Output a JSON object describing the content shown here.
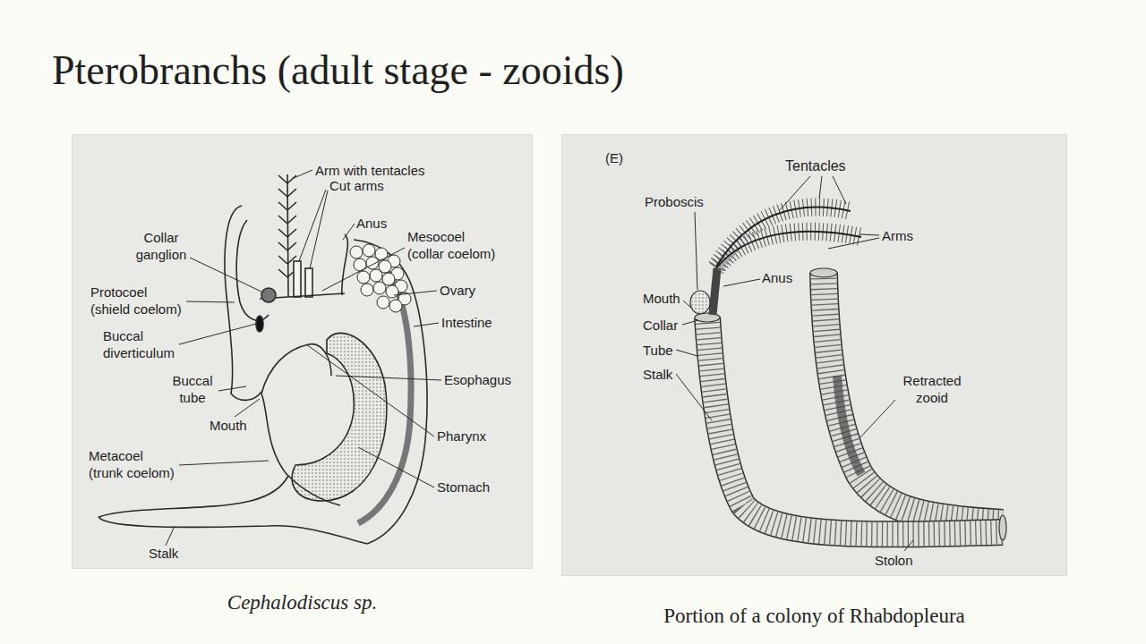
{
  "diagram": {
    "title": "Pterobranchs (adult stage - zooids)",
    "nodes": [
      {
        "text": [
          "Cephalodiscus sp."
        ]
      },
      {
        "text": [
          "Portion of a colony of Rhabdopleura"
        ]
      }
    ],
    "labels": [
      "Arm with tentacles",
      "Cut arms",
      "Anus",
      "Collar ganglion",
      "Mesocoel (collar coelom)",
      "Ovary",
      "Protocoel (shield coelom)",
      "Intestine",
      "Buccal diverticulum",
      "Buccal tube",
      "Esophagus",
      "Mouth",
      "Metacoel (trunk coelom)",
      "Pharynx",
      "Stomach",
      "Stalk",
      "(E)",
      "Tentacles",
      "Proboscis",
      "Arms",
      "Anus",
      "Mouth",
      "Collar",
      "Tube",
      "Stalk",
      "Retracted zooid",
      "Stolon"
    ]
  }
}
